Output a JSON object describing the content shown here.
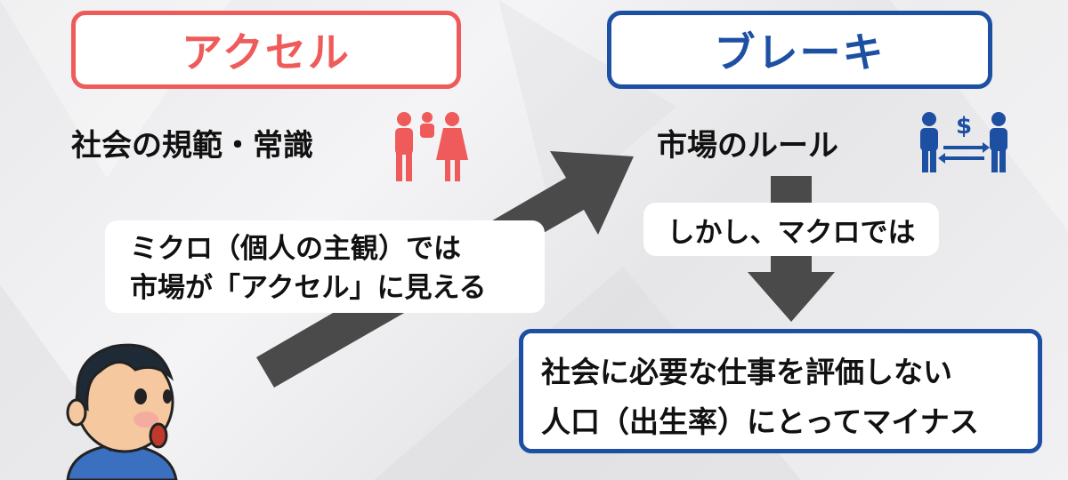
{
  "accelerator": {
    "title": "アクセル",
    "label": "社会の規範・常識",
    "icon": "couple-family-icon"
  },
  "brake": {
    "title": "ブレーキ",
    "label": "市場のルール",
    "icon": "money-exchange-people-icon"
  },
  "micro_bubble": {
    "line1": "ミクロ（個人の主観）では",
    "line2": "市場が「アクセル」に見える"
  },
  "macro_bubble": {
    "text": "しかし、マクロでは"
  },
  "result_box": {
    "line1": "社会に必要な仕事を評価しない",
    "line2": "人口（出生率）にとってマイナス"
  },
  "character": {
    "icon": "surprised-man-icon"
  },
  "colors": {
    "accel": "#ef5b5b",
    "brake": "#1d4fa3",
    "arrow": "#4a4a4a"
  }
}
